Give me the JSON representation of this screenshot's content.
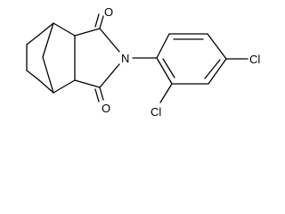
{
  "atoms": {
    "o_top": "O",
    "o_bottom": "O",
    "n_imide": "N",
    "cl_para": "Cl",
    "cl_ortho": "Cl"
  }
}
